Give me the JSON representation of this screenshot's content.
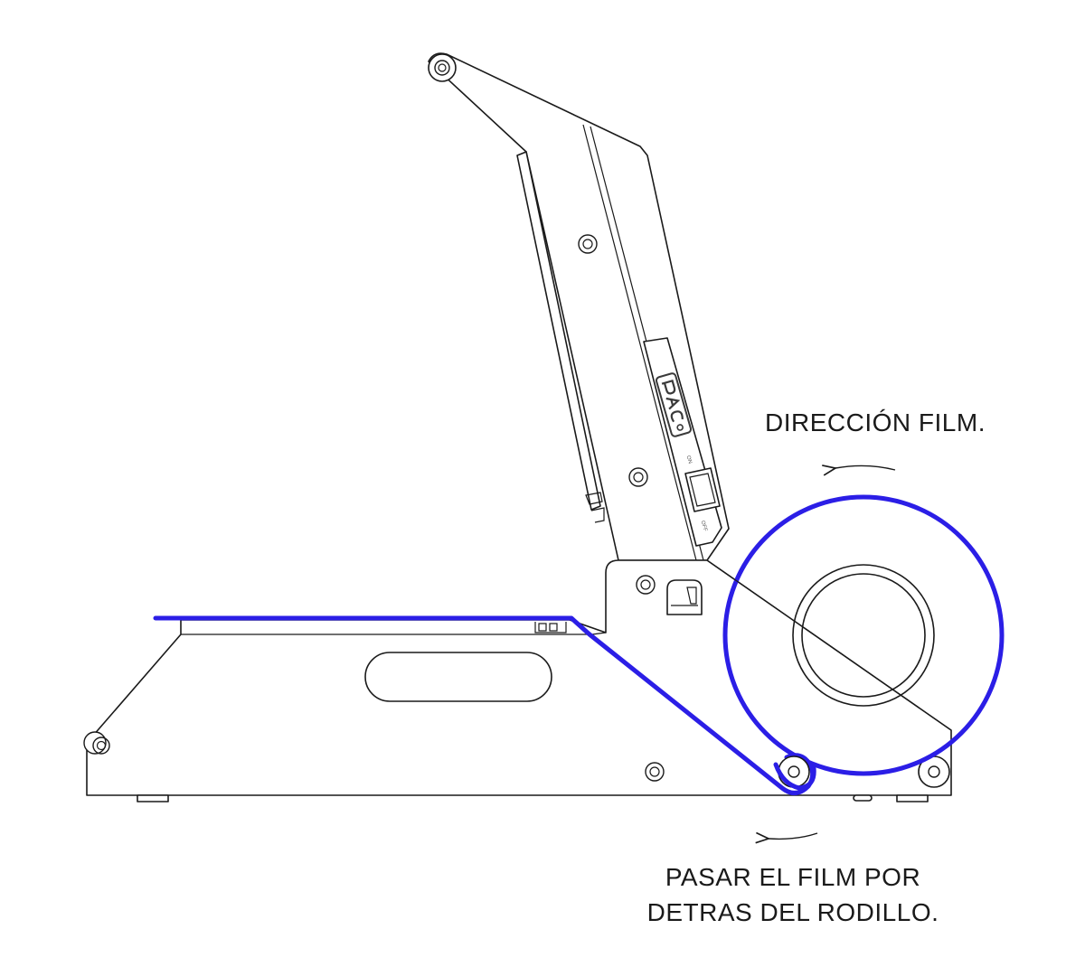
{
  "labels": {
    "direction": "DIRECCIÓN FILM.",
    "instruction_line1": "PASAR EL FILM POR",
    "instruction_line2": "DETRAS DEL RODILLO."
  },
  "switch": {
    "on_label": "ON",
    "off_label": "OFF"
  },
  "colors": {
    "film": "#2b1ee6",
    "outline": "#1a1a1a"
  },
  "icons": {
    "brand_logo": "brand-logo-icon",
    "arrow_direction": "curved-arrow-left-icon",
    "arrow_instruction": "curved-arrow-left-icon"
  }
}
